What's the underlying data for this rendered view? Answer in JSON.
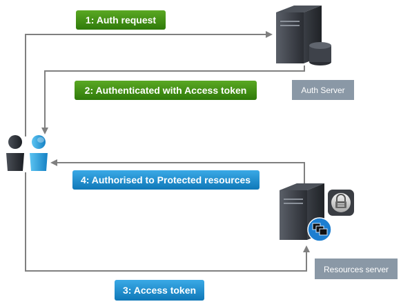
{
  "steps": {
    "auth_request": "1: Auth request",
    "authenticated": "2: Authenticated with Access token",
    "access_token": "3: Access token",
    "authorised": "4: Authorised to Protected resources"
  },
  "nodes": {
    "auth_server": "Auth Server",
    "resources_server": "Resources server"
  },
  "colors": {
    "green_label": "#3f8a12",
    "blue_label": "#1a8fcf",
    "node_label_bg": "#8a98a6",
    "arrow": "#7f7f7f",
    "server_dark": "#2e3137"
  }
}
